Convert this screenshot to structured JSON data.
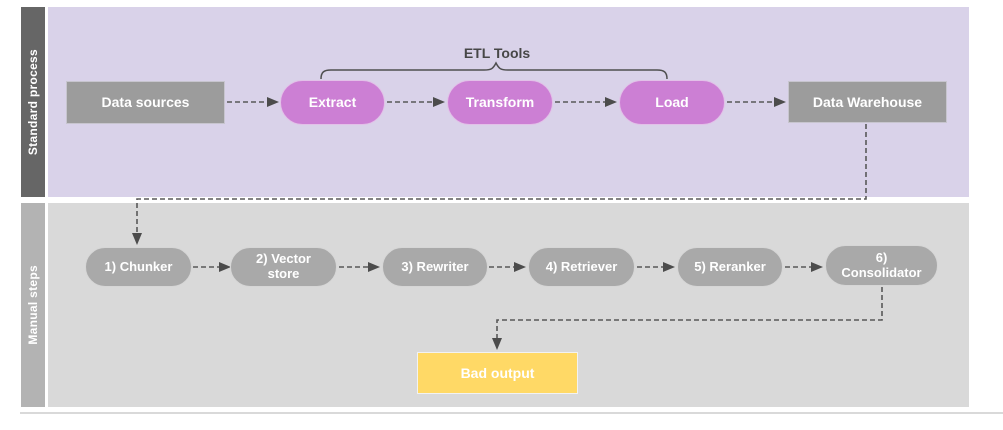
{
  "diagram": {
    "lanes": [
      {
        "label": "Standard process",
        "annotation": "ETL Tools",
        "nodes": {
          "data_sources": "Data sources",
          "extract": "Extract",
          "transform": "Transform",
          "load": "Load",
          "data_warehouse": "Data Warehouse"
        }
      },
      {
        "label": "Manual steps",
        "nodes": {
          "chunker": "1) Chunker",
          "vector_store": "2) Vector store",
          "rewriter": "3) Rewriter",
          "retriever": "4) Retriever",
          "reranker": "5) Reranker",
          "consolidator": "6) Consolidator",
          "bad_output": "Bad output"
        }
      }
    ],
    "edges": [
      {
        "from": "Data sources",
        "to": "Extract"
      },
      {
        "from": "Extract",
        "to": "Transform"
      },
      {
        "from": "Transform",
        "to": "Load"
      },
      {
        "from": "Load",
        "to": "Data Warehouse"
      },
      {
        "from": "Data Warehouse",
        "to": "1) Chunker"
      },
      {
        "from": "1) Chunker",
        "to": "2) Vector store"
      },
      {
        "from": "2) Vector store",
        "to": "3) Rewriter"
      },
      {
        "from": "3) Rewriter",
        "to": "4) Retriever"
      },
      {
        "from": "4) Retriever",
        "to": "5) Reranker"
      },
      {
        "from": "5) Reranker",
        "to": "6) Consolidator"
      },
      {
        "from": "6) Consolidator",
        "to": "Bad output"
      }
    ],
    "colors": {
      "lane1_strip": "#666666",
      "lane1_body": "#d9d2e9",
      "lane2_strip": "#b3b3b3",
      "lane2_body": "#d9d9d9",
      "etl_pill": "#cc7fd4",
      "gray_node": "#9c9c9c",
      "step_pill": "#a9a9a9",
      "bad_output_box": "#ffd966",
      "connector": "#595959"
    }
  }
}
